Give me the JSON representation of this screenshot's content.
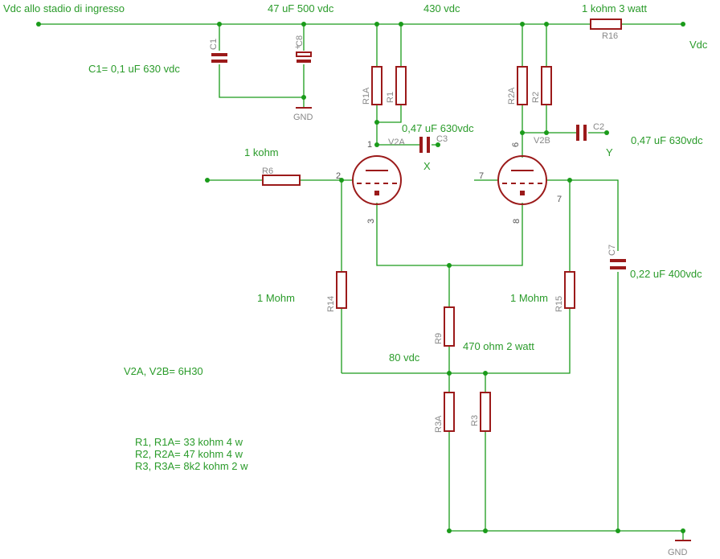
{
  "labels": {
    "input": "Vdc allo stadio di ingresso",
    "c8_value": "47 uF 500 vdc",
    "top_voltage": "430 vdc",
    "r16_value": "1 kohm 3 watt",
    "vdc": "Vdc",
    "c1_value": "C1= 0,1 uF 630 vdc",
    "c3_value": "0,47 uF  630vdc",
    "c2_value": "0,47 uF  630vdc",
    "x": "X",
    "y": "Y",
    "r6_value": "1 kohm",
    "r14_value": "1 Mohm",
    "r15_value": "1 Mohm",
    "c7_value": "0,22 uF  400vdc",
    "r9_value": "470 ohm 2 watt",
    "cathode_voltage": "80 vdc",
    "tubes": "V2A, V2B= 6H30",
    "note_r1": "R1, R1A= 33 kohm 4 w",
    "note_r2": "R2, R2A= 47 kohm 4 w",
    "note_r3": "R3, R3A= 8k2 kohm 2 w"
  },
  "designators": {
    "c1": "C1",
    "c8": "C8",
    "r1a": "R1A",
    "r1": "R1",
    "r2a": "R2A",
    "r2": "R2",
    "r16": "R16",
    "c3": "C3",
    "c2": "C2",
    "v2a": "V2A",
    "v2b": "V2B",
    "r6": "R6",
    "r14": "R14",
    "r15": "R15",
    "r9": "R9",
    "c7": "C7",
    "r3a": "R3A",
    "r3": "R3",
    "gnd_top": "GND",
    "gnd_bottom": "GND",
    "plus": "+"
  },
  "pins": {
    "v2a_plate": "1",
    "v2a_grid": "2",
    "v2a_cathode": "3",
    "v2b_plate": "6",
    "v2b_grid": "7",
    "v2b_cathode": "8",
    "v2b_grid_right": "7"
  },
  "colors": {
    "wire": "#1a9b1a",
    "part": "#9b1a1a",
    "designator": "#888888",
    "text": "#2a9b2a"
  }
}
